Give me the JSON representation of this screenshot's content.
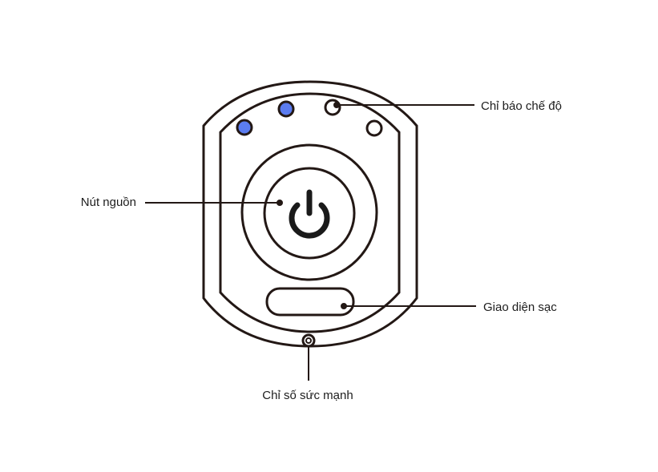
{
  "labels": {
    "mode_indicator": "Chỉ báo chế độ",
    "power_button": "Nút nguồn",
    "charging_port": "Giao diện sạc",
    "power_level_indicator": "Chỉ số sức mạnh"
  },
  "colors": {
    "stroke": "#231815",
    "led_on": "#5b7cf0",
    "led_off": "#ffffff"
  },
  "leds": [
    {
      "state": "on"
    },
    {
      "state": "on"
    },
    {
      "state": "off"
    },
    {
      "state": "off"
    }
  ]
}
